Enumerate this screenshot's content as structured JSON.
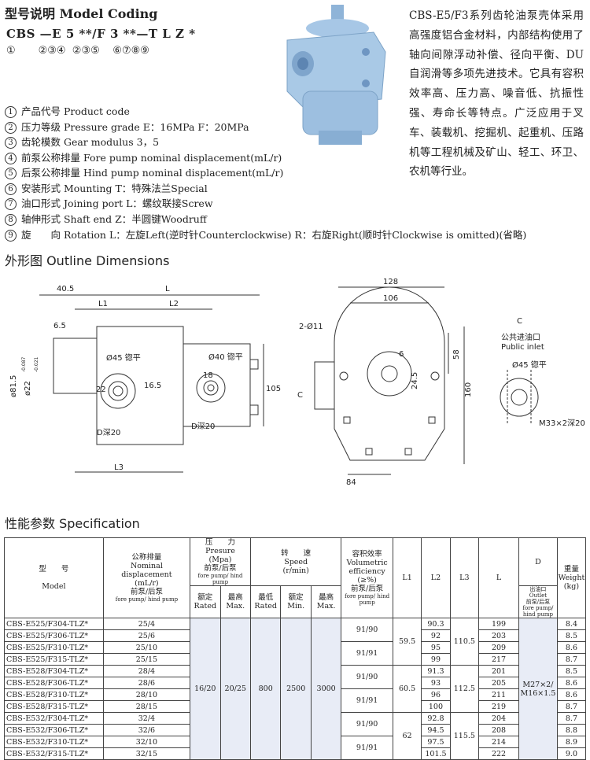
{
  "coding": {
    "title": "型号说明  Model Coding",
    "code_line": "CBS —E 5 **/F 3 **—T L Z *",
    "code_nums": "①       ②③④  ②③⑤    ⑥⑦⑧⑨",
    "items": [
      {
        "num": "1",
        "text": "产品代号 Product code"
      },
      {
        "num": "2",
        "text": "压力等级 Pressure grade E：16MPa F：20MPa"
      },
      {
        "num": "3",
        "text": "齿轮模数 Gear modulus 3，5"
      },
      {
        "num": "4",
        "text": "前泵公称排量 Fore pump nominal displacement(mL/r)"
      },
      {
        "num": "5",
        "text": "后泵公称排量 Hind pump nominal displacement(mL/r)"
      },
      {
        "num": "6",
        "text": "安装形式 Mounting T：特殊法兰Special"
      },
      {
        "num": "7",
        "text": "油口形式 Joining port L：螺纹联接Screw"
      },
      {
        "num": "8",
        "text": "轴伸形式 Shaft end Z：半圆键Woodruff"
      },
      {
        "num": "9",
        "text": "旋　　向 Rotation L：左旋Left(逆时针Counterclockwise) R：右旋Right(顺时针Clockwise is omitted)(省略)"
      }
    ]
  },
  "description": "CBS-E5/F3系列齿轮油泵壳体采用高强度铝合金材料，内部结构使用了轴向间隙浮动补偿、径向平衡、DU自润滑等多项先进技术。它具有容积效率高、压力高、噪音低、抗振性强、寿命长等特点。广泛应用于叉车、装载机、挖掘机、起重机、压路机等工程机械及矿山、轻工、环卫、农机等行业。",
  "outline": {
    "title": "外形图  Outline Dimensions",
    "dims": {
      "d405": "40.5",
      "L": "L",
      "L1": "L1",
      "L2": "L2",
      "d65": "6.5",
      "phi45": "Ø45 锪平",
      "phi40": "Ø40 锪平",
      "d22": "22",
      "d165": "16.5",
      "d18": "18",
      "d105": "105",
      "dD20a": "D深20",
      "dD20b": "D深20",
      "L3": "L3",
      "phi815": "ø81.5",
      "tol815": "-0.087",
      "phi22": "ø22",
      "tol22": "-0.021",
      "d128": "128",
      "d106": "106",
      "hole": "2-Ø11",
      "d6": "6",
      "d58": "58",
      "d245": "24.5",
      "d160": "160",
      "d84": "84",
      "cview": "C",
      "c_label": "C",
      "inlet_cn": "公共进油口",
      "inlet_en": "Public inlet",
      "phi45b": "Ø45 锪平",
      "m33": "M33×2深20"
    }
  },
  "spec": {
    "title": "性能参数  Specification",
    "headers": {
      "model_cn": "型　　号",
      "model_en": "Model",
      "disp_cn": "公称排量",
      "disp_en1": "Nominal",
      "disp_en2": "displacement",
      "disp_unit": "(mL/r)",
      "disp_sub_cn": "前泵/后泵",
      "disp_sub_en": "fore pump/ hind pump",
      "press_cn": "压　　力",
      "press_en": "Presure",
      "press_unit": "(Mpa)",
      "press_sub_cn": "前泵/后泵",
      "press_sub_en": "fore pump/ hind pump",
      "rated_cn": "额定",
      "rated_en": "Rated",
      "max_cn": "最高",
      "max_en": "Max.",
      "speed_cn": "转　　速",
      "speed_en": "Speed",
      "speed_unit": "(r/min)",
      "min_cn": "最低",
      "min_en": "Rated",
      "srated_cn": "额定",
      "srated_en": "Min.",
      "smax_cn": "最高",
      "smax_en": "Max.",
      "eff_cn": "容积效率",
      "eff_en1": "Volumetric",
      "eff_en2": "efficiency",
      "eff_unit": "(≥%)",
      "eff_sub_cn": "前泵/后泵",
      "eff_sub_en": "fore pump/ hind pump",
      "L1": "L1",
      "L2": "L2",
      "L3": "L3",
      "L": "L",
      "D": "D",
      "D_sub_cn": "出油口",
      "D_sub_en": "Outlet",
      "D_sub_cn2": "前泵/后泵",
      "D_sub_en2": "fore pump/ hind pump",
      "w_cn": "重量",
      "w_en": "Weight",
      "w_unit": "(kg)"
    },
    "shared": {
      "press_rated": "16/20",
      "press_max": "20/25",
      "speed_min": "800",
      "speed_rated": "2500",
      "speed_max": "3000",
      "D": "M27×2/ M16×1.5"
    },
    "rows": [
      {
        "model": "CBS-E525/F304-TLZ*",
        "disp": "25/4",
        "L2": "90.3",
        "L": "199",
        "w": "8.4"
      },
      {
        "model": "CBS-E525/F306-TLZ*",
        "disp": "25/6",
        "L2": "92",
        "L": "203",
        "w": "8.5"
      },
      {
        "model": "CBS-E525/F310-TLZ*",
        "disp": "25/10",
        "L2": "95",
        "L": "209",
        "w": "8.6"
      },
      {
        "model": "CBS-E525/F315-TLZ*",
        "disp": "25/15",
        "L2": "99",
        "L": "217",
        "w": "8.7"
      },
      {
        "model": "CBS-E528/F304-TLZ*",
        "disp": "28/4",
        "L2": "91.3",
        "L": "201",
        "w": "8.5"
      },
      {
        "model": "CBS-E528/F306-TLZ*",
        "disp": "28/6",
        "L2": "93",
        "L": "205",
        "w": "8.6"
      },
      {
        "model": "CBS-E528/F310-TLZ*",
        "disp": "28/10",
        "L2": "96",
        "L": "211",
        "w": "8.6"
      },
      {
        "model": "CBS-E528/F315-TLZ*",
        "disp": "28/15",
        "L2": "100",
        "L": "219",
        "w": "8.7"
      },
      {
        "model": "CBS-E532/F304-TLZ*",
        "disp": "32/4",
        "L2": "92.8",
        "L": "204",
        "w": "8.7"
      },
      {
        "model": "CBS-E532/F306-TLZ*",
        "disp": "32/6",
        "L2": "94.5",
        "L": "208",
        "w": "8.8"
      },
      {
        "model": "CBS-E532/F310-TLZ*",
        "disp": "32/10",
        "L2": "97.5",
        "L": "214",
        "w": "8.9"
      },
      {
        "model": "CBS-E532/F315-TLZ*",
        "disp": "32/15",
        "L2": "101.5",
        "L": "222",
        "w": "9.0"
      }
    ],
    "eff": [
      "91/90",
      "91/91",
      "91/90",
      "91/91",
      "91/90",
      "91/91"
    ],
    "L1": [
      "59.5",
      "60.5",
      "62"
    ],
    "L3": [
      "110.5",
      "112.5",
      "115.5"
    ]
  }
}
